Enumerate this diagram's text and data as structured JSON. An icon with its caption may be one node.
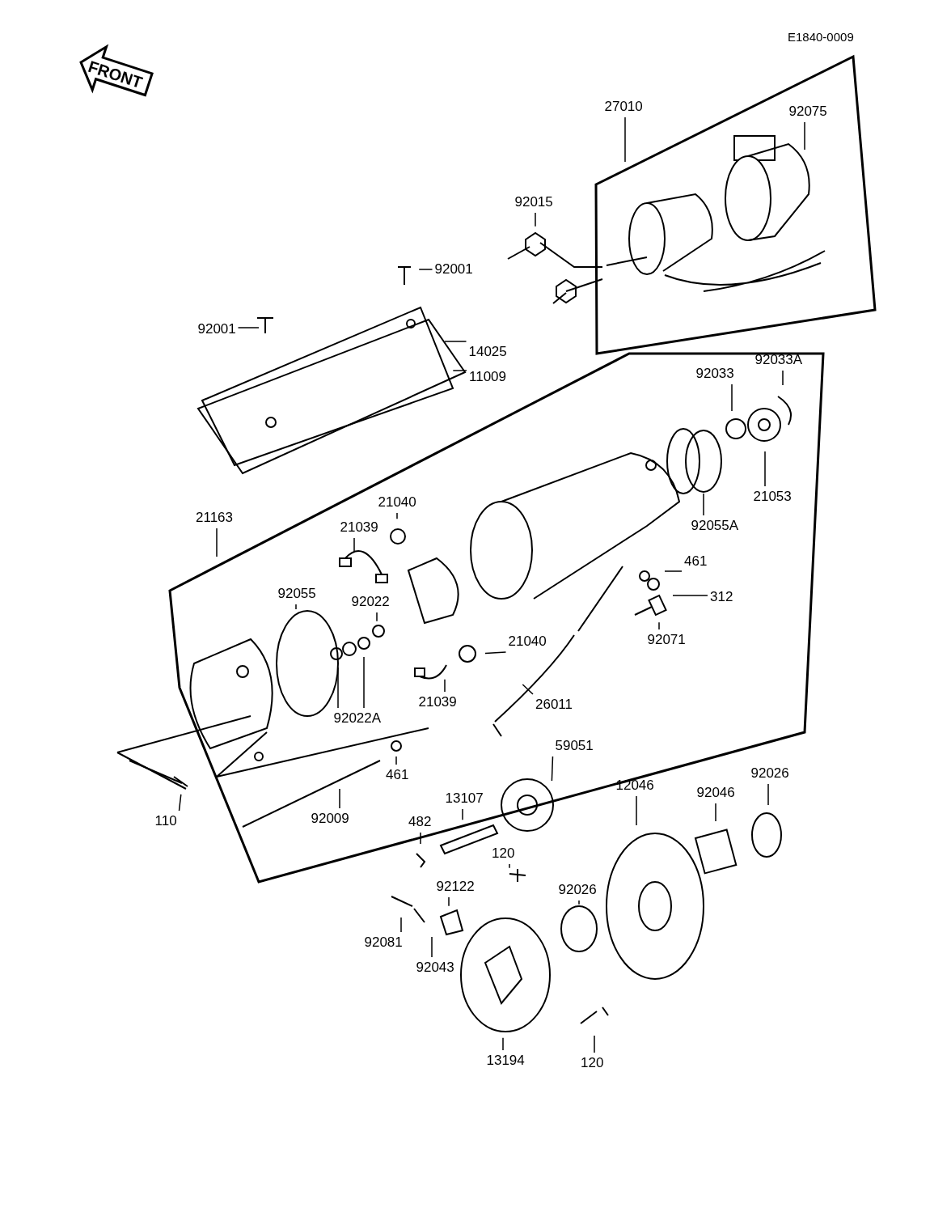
{
  "diagram": {
    "nodes": [
      {
        "text": [
          "27010"
        ]
      },
      {
        "text": [
          "92075"
        ]
      },
      {
        "text": [
          "92015"
        ]
      },
      {
        "text": [
          "92001"
        ]
      },
      {
        "text": [
          "92001"
        ]
      },
      {
        "text": [
          "14025"
        ]
      },
      {
        "text": [
          "11009"
        ]
      },
      {
        "text": [
          "92033"
        ]
      },
      {
        "text": [
          "92033A"
        ]
      },
      {
        "text": [
          "21053"
        ]
      },
      {
        "text": [
          "92055A"
        ]
      },
      {
        "text": [
          "21163"
        ]
      },
      {
        "text": [
          "21040"
        ]
      },
      {
        "text": [
          "21039"
        ]
      },
      {
        "text": [
          "461"
        ]
      },
      {
        "text": [
          "312"
        ]
      },
      {
        "text": [
          "92055"
        ]
      },
      {
        "text": [
          "92022"
        ]
      },
      {
        "text": [
          "92071"
        ]
      },
      {
        "text": [
          "21040"
        ]
      },
      {
        "text": [
          "21039"
        ]
      },
      {
        "text": [
          "92022A"
        ]
      },
      {
        "text": [
          "26011"
        ]
      },
      {
        "text": [
          "59051"
        ]
      },
      {
        "text": [
          "110"
        ]
      },
      {
        "text": [
          "461"
        ]
      },
      {
        "text": [
          "92009"
        ]
      },
      {
        "text": [
          "13107"
        ]
      },
      {
        "text": [
          "12046"
        ]
      },
      {
        "text": [
          "92046"
        ]
      },
      {
        "text": [
          "92026"
        ]
      },
      {
        "text": [
          "482"
        ]
      },
      {
        "text": [
          "120"
        ]
      },
      {
        "text": [
          "92122"
        ]
      },
      {
        "text": [
          "92026"
        ]
      },
      {
        "text": [
          "92081"
        ]
      },
      {
        "text": [
          "92043"
        ]
      },
      {
        "text": [
          "13194"
        ]
      },
      {
        "text": [
          "120"
        ]
      }
    ],
    "edges": [
      {
        "from": 0,
        "to": null,
        "arrow": "none"
      },
      {
        "from": 1,
        "to": null,
        "arrow": "none"
      },
      {
        "from": 2,
        "to": null,
        "arrow": "none"
      },
      {
        "from": 3,
        "to": null,
        "arrow": "none"
      },
      {
        "from": 4,
        "to": null,
        "arrow": "none"
      },
      {
        "from": 5,
        "to": null,
        "arrow": "none"
      },
      {
        "from": 6,
        "to": null,
        "arrow": "none"
      },
      {
        "from": 7,
        "to": null,
        "arrow": "none"
      },
      {
        "from": 8,
        "to": null,
        "arrow": "none"
      },
      {
        "from": 9,
        "to": null,
        "arrow": "none"
      },
      {
        "from": 10,
        "to": null,
        "arrow": "none"
      },
      {
        "from": 11,
        "to": null,
        "arrow": "none"
      },
      {
        "from": 12,
        "to": null,
        "arrow": "none"
      },
      {
        "from": 13,
        "to": null,
        "arrow": "none"
      },
      {
        "from": 14,
        "to": null,
        "arrow": "none"
      },
      {
        "from": 15,
        "to": null,
        "arrow": "none"
      },
      {
        "from": 16,
        "to": null,
        "arrow": "none"
      },
      {
        "from": 17,
        "to": null,
        "arrow": "none"
      },
      {
        "from": 18,
        "to": null,
        "arrow": "none"
      },
      {
        "from": 19,
        "to": null,
        "arrow": "none"
      },
      {
        "from": 20,
        "to": null,
        "arrow": "none"
      },
      {
        "from": 21,
        "to": null,
        "arrow": "none"
      },
      {
        "from": 21,
        "to": null,
        "arrow": "none"
      },
      {
        "from": 22,
        "to": null,
        "arrow": "none"
      },
      {
        "from": 23,
        "to": null,
        "arrow": "none"
      },
      {
        "from": 24,
        "to": null,
        "arrow": "none"
      },
      {
        "from": 25,
        "to": null,
        "arrow": "none"
      },
      {
        "from": 26,
        "to": null,
        "arrow": "none"
      },
      {
        "from": 27,
        "to": null,
        "arrow": "none"
      },
      {
        "from": 28,
        "to": null,
        "arrow": "none"
      },
      {
        "from": 29,
        "to": null,
        "arrow": "none"
      },
      {
        "from": 30,
        "to": null,
        "arrow": "none"
      },
      {
        "from": 31,
        "to": null,
        "arrow": "none"
      },
      {
        "from": 32,
        "to": null,
        "arrow": "none"
      },
      {
        "from": 33,
        "to": null,
        "arrow": "none"
      },
      {
        "from": 34,
        "to": null,
        "arrow": "none"
      },
      {
        "from": 35,
        "to": null,
        "arrow": "none"
      },
      {
        "from": 36,
        "to": null,
        "arrow": "none"
      },
      {
        "from": 37,
        "to": null,
        "arrow": "none"
      },
      {
        "from": 38,
        "to": null,
        "arrow": "none"
      }
    ],
    "labels": [
      "E1840-0009",
      "FRONT"
    ]
  }
}
